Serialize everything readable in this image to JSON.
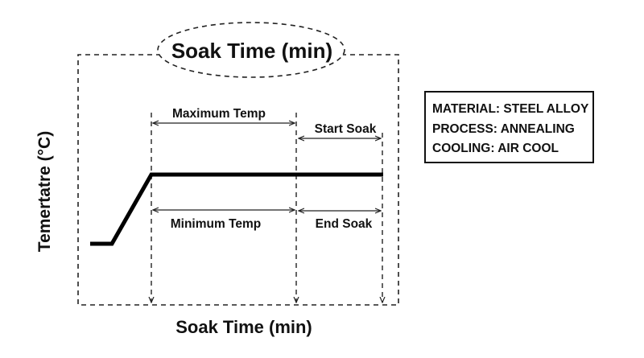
{
  "title": "Soak Time (min)",
  "x_axis_label": "Soak Time (min)",
  "y_axis_label": "Temertatre (°C)",
  "annotations": {
    "max_temp": "Maximum Temp",
    "start_soak": "Start Soak",
    "min_temp": "Minimum Temp",
    "end_soak": "End Soak"
  },
  "info_box": {
    "material": "MATERIAL: STEEL ALLOY",
    "process": "PROCESS: ANNEALING",
    "cooling": "COOLING: AIR COOL"
  }
}
